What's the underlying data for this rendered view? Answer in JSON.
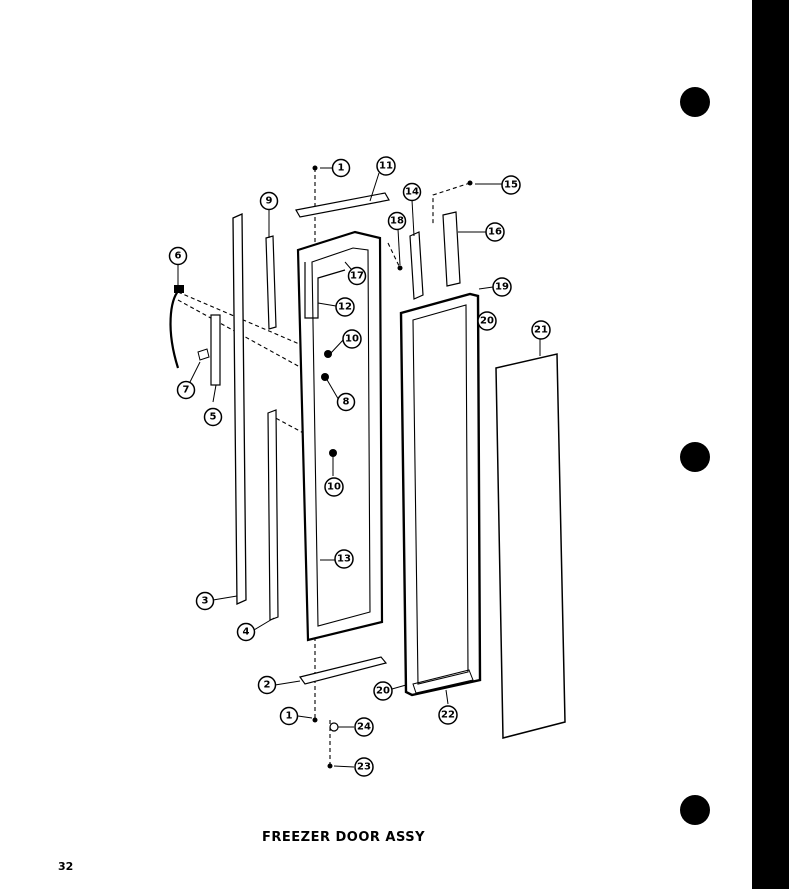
{
  "diagram": {
    "title": "FREEZER DOOR ASSY",
    "page_number": "32",
    "callouts": [
      {
        "label": "1"
      },
      {
        "label": "11"
      },
      {
        "label": "15"
      },
      {
        "label": "14"
      },
      {
        "label": "9"
      },
      {
        "label": "18"
      },
      {
        "label": "16"
      },
      {
        "label": "6"
      },
      {
        "label": "17"
      },
      {
        "label": "12"
      },
      {
        "label": "19"
      },
      {
        "label": "20"
      },
      {
        "label": "21"
      },
      {
        "label": "10"
      },
      {
        "label": "7"
      },
      {
        "label": "8"
      },
      {
        "label": "5"
      },
      {
        "label": "10"
      },
      {
        "label": "13"
      },
      {
        "label": "3"
      },
      {
        "label": "4"
      },
      {
        "label": "2"
      },
      {
        "label": "20"
      },
      {
        "label": "22"
      },
      {
        "label": "1"
      },
      {
        "label": "24"
      },
      {
        "label": "23"
      }
    ]
  }
}
